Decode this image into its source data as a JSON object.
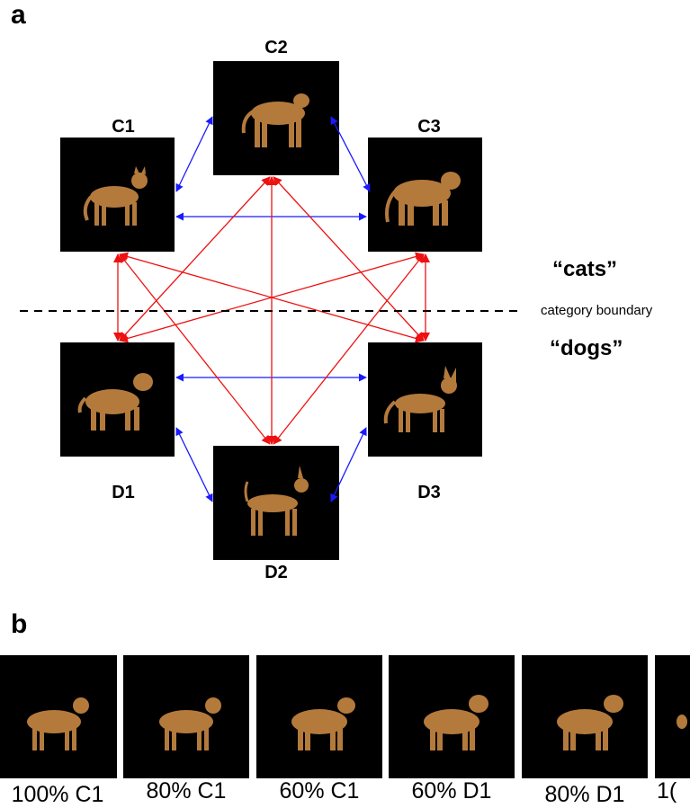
{
  "panels": {
    "a": "a",
    "b": "b"
  },
  "nodes": {
    "c1": "C1",
    "c2": "C2",
    "c3": "C3",
    "d1": "D1",
    "d2": "D2",
    "d3": "D3"
  },
  "categories": {
    "cats": "“cats”",
    "dogs": "“dogs”",
    "boundary": "category boundary"
  },
  "morphs": [
    "100% C1",
    "80% C1",
    "60% C1",
    "60% D1",
    "80% D1",
    "1("
  ],
  "colors": {
    "within_category": "#1a1aff",
    "between_category": "#ee1111",
    "animal": "#b47a3c",
    "background": "#000000"
  }
}
